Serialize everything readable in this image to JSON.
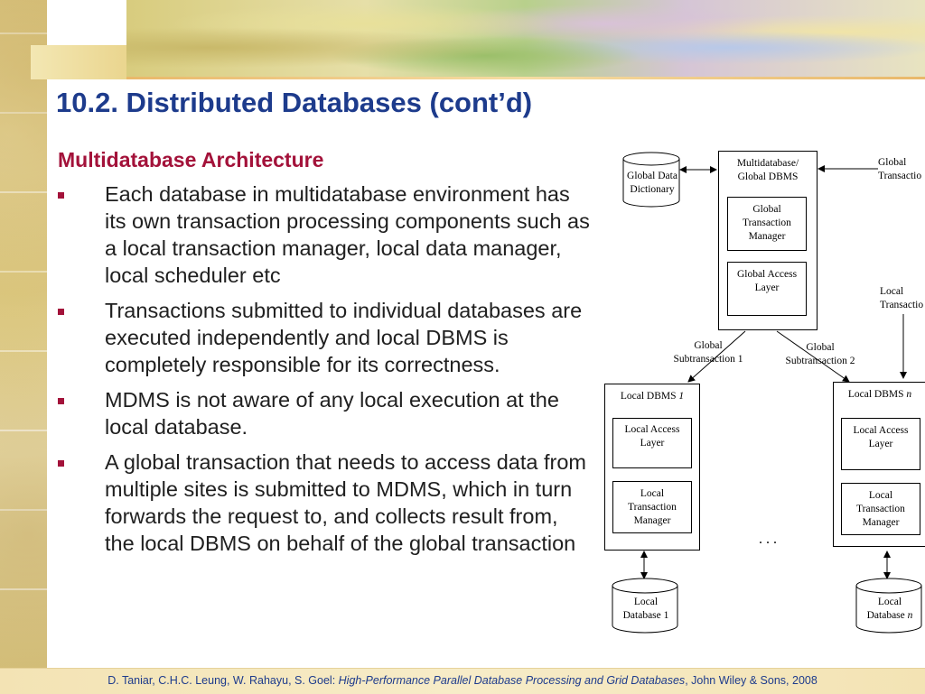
{
  "slide": {
    "title": "10.2. Distributed Databases (cont’d)",
    "subtitle": "Multidatabase Architecture",
    "bullets": [
      "Each database in multidatabase environment has its own transaction processing components such as a local transaction manager, local data manager, local scheduler etc",
      "Transactions submitted to individual databases are executed independently and local DBMS is completely responsible for its correctness.",
      "MDMS is not aware of any local execution at the local database.",
      "A global transaction that needs to access data from multiple sites is submitted to MDMS, which in turn forwards the request to, and collects result from, the local DBMS on behalf of the global transaction"
    ],
    "colors": {
      "title": "#1d3b8c",
      "subtitle": "#a3123a",
      "bullet": "#a3123a"
    }
  },
  "diagram": {
    "global_data_dictionary": "Global Data Dictionary",
    "multidatabase_dbms": "Multidatabase/ Global DBMS",
    "global_transaction_manager": "Global Transaction Manager",
    "global_access_layer": "Global Access Layer",
    "global_transactions": "Global Transactio",
    "local_transactions": "Local Transactio",
    "global_subtransaction_1": "Global Subtransaction 1",
    "global_subtransaction_2": "Global Subtransaction 2",
    "local_dbms_1": "Local DBMS ",
    "local_dbms_1_var": "1",
    "local_dbms_n": "Local DBMS ",
    "local_dbms_n_var": "n",
    "local_access_layer": "Local Access Layer",
    "local_transaction_manager": "Local Transaction Manager",
    "ellipsis": ". . .",
    "local_database_1": "Local Database 1",
    "local_database_n": "Local Database ",
    "local_database_n_var": "n"
  },
  "footer": {
    "authors": "D. Taniar, C.H.C. Leung, W. Rahayu, S. Goel: ",
    "book": "High-Performance Parallel Database Processing and Grid Databases",
    "publisher": ", John Wiley & Sons, 2008"
  }
}
